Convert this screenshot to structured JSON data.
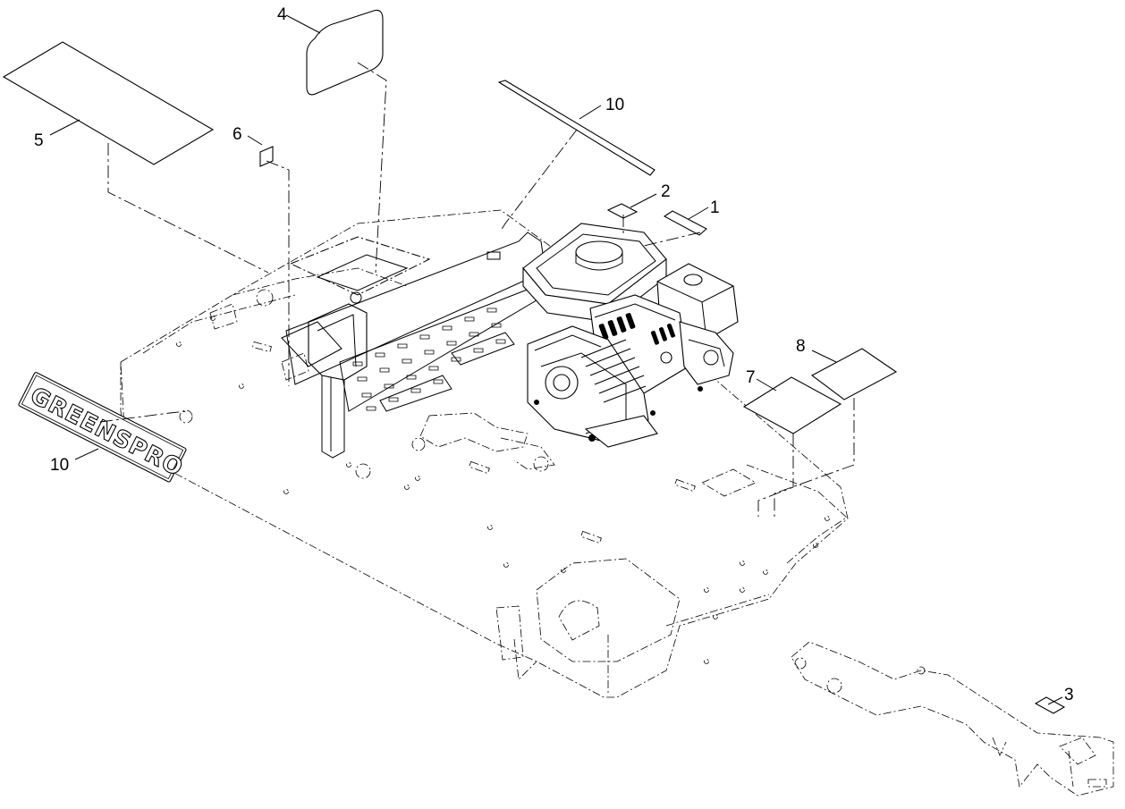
{
  "callouts": {
    "c1": "1",
    "c2": "2",
    "c3": "3",
    "c4": "4",
    "c5": "5",
    "c6": "6",
    "c7": "7",
    "c8": "8",
    "c10_top": "10",
    "c10_left": "10"
  },
  "decal": {
    "brand_text": "GREENSPRO"
  }
}
